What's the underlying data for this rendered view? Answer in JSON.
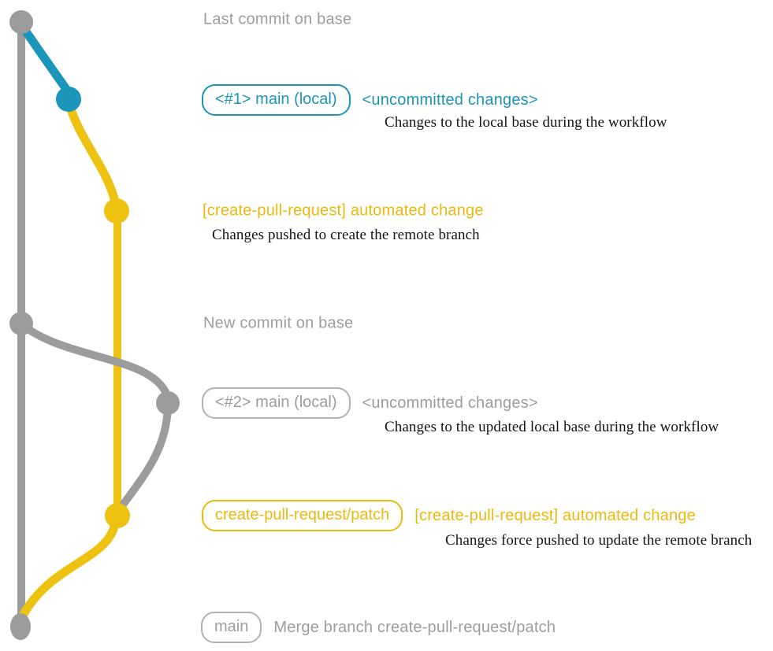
{
  "colors": {
    "blue": "#1b95ba",
    "yellow": "#edb90e",
    "graph-yellow": "#eec211",
    "gray": "#9d9d9d",
    "graph-gray": "#9c9c9c",
    "gray-border": "#b2b2b2",
    "note-text": "#141414"
  },
  "graph": {
    "base_branch": "gray vertical line with commits",
    "commit_nodes": [
      "last-commit-on-base",
      "local-commit-1",
      "remote-branch-commit-1",
      "new-commit-on-base",
      "local-commit-2",
      "remote-branch-commit-2",
      "merge-commit"
    ]
  },
  "rows": [
    {
      "heading": "Last commit on base"
    },
    {
      "badge": "<#1> main (local)",
      "heading": "<uncommitted changes>",
      "note": "Changes to the local base during the workflow"
    },
    {
      "heading": "[create-pull-request] automated change",
      "note": "Changes pushed to create the remote branch"
    },
    {
      "heading": "New commit on base"
    },
    {
      "badge": "<#2> main (local)",
      "heading": "<uncommitted changes>",
      "note": "Changes to the updated local base during the workflow"
    },
    {
      "badge": "create-pull-request/patch",
      "heading": "[create-pull-request] automated change",
      "note": "Changes force pushed to update the remote branch"
    },
    {
      "badge": "main",
      "heading": "Merge branch create-pull-request/patch"
    }
  ]
}
